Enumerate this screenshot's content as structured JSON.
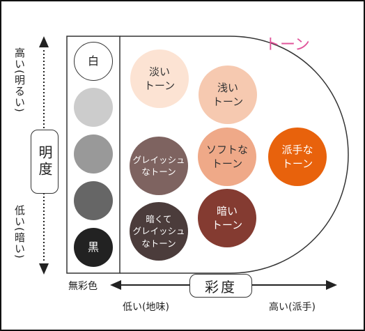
{
  "title": "トーン",
  "lightness_axis": {
    "label": "明度",
    "high_label": "高い(明るい)",
    "low_label": "低い(暗い)"
  },
  "chroma_axis": {
    "label": "彩度",
    "achromatic_label": "無彩色",
    "low_label": "低い(地味)",
    "high_label": "高い(派手)"
  },
  "grayscale": [
    {
      "label": "白",
      "color": "#ffffff"
    },
    {
      "label": "",
      "color": "#cccccc"
    },
    {
      "label": "",
      "color": "#999999"
    },
    {
      "label": "",
      "color": "#666666"
    },
    {
      "label": "黒",
      "color": "#222222"
    }
  ],
  "tones": [
    {
      "label": "淡い\nトーン",
      "color": "#fce3d3",
      "text_color": "#333333"
    },
    {
      "label": "浅い\nトーン",
      "color": "#f6c9b0",
      "text_color": "#333333"
    },
    {
      "label": "グレイッシュ\nなトーン",
      "color": "#7e6360",
      "text_color": "#ffffff"
    },
    {
      "label": "ソフトな\nトーン",
      "color": "#efa988",
      "text_color": "#333333"
    },
    {
      "label": "派手な\nトーン",
      "color": "#e8620c",
      "text_color": "#ffffff"
    },
    {
      "label": "暗い\nトーン",
      "color": "#843b31",
      "text_color": "#ffffff"
    },
    {
      "label": "暗くて\nグレイッシュ\nなトーン",
      "color": "#4b3c3b",
      "text_color": "#ffffff"
    }
  ],
  "colors": {
    "title": "#e0559a",
    "outline": "#333333"
  }
}
